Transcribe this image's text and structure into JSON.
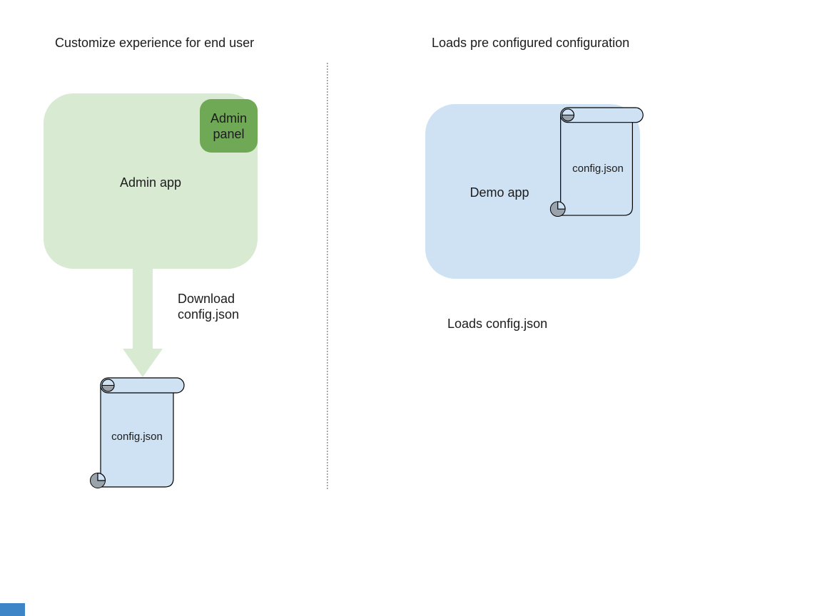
{
  "colors": {
    "light_green": "#d9ead3",
    "green": "#6fa956",
    "light_blue": "#cfe2f3",
    "curl_gray": "#9aa3ac",
    "stroke": "#000000",
    "text": "#1c1c1c",
    "divider": "#8f8f8f",
    "corner_blue": "#3d85c6"
  },
  "left_section": {
    "title": "Customize experience for end user",
    "admin_app_label": "Admin app",
    "admin_panel_label": "Admin panel",
    "arrow_caption": "Download config.json",
    "scroll_label": "config.json",
    "icons": {
      "download_arrow": "down-arrow-icon",
      "config_scroll": "scroll-document-icon"
    }
  },
  "right_section": {
    "title": "Loads pre configured configuration",
    "demo_app_label": "Demo app",
    "scroll_label": "config.json",
    "caption": "Loads config.json",
    "icons": {
      "config_scroll": "scroll-document-icon"
    }
  }
}
